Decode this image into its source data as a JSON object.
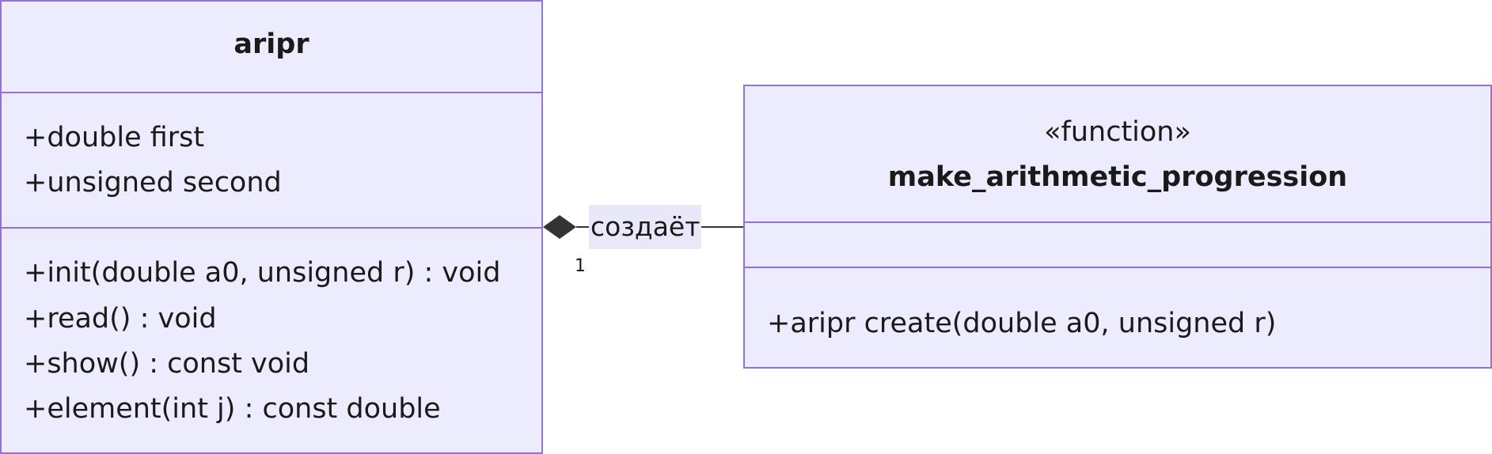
{
  "classes": {
    "aripr": {
      "name": "aripr",
      "attributes": [
        "+double first",
        "+unsigned second"
      ],
      "methods": [
        "+init(double a0, unsigned r) : void",
        "+read() : void",
        "+show() : const void",
        "+element(int j) : const double"
      ]
    },
    "factory": {
      "stereotype": "«function»",
      "name": "make_arithmetic_progression",
      "attributes": [],
      "methods": [
        "+aripr create(double a0, unsigned r)"
      ]
    }
  },
  "relation": {
    "type": "composition",
    "label": "создаёт",
    "multiplicity": "1"
  },
  "colors": {
    "box_fill": "#ececfe",
    "box_border": "#9370db",
    "line": "#333333",
    "label_bg": "#e8e8f8"
  }
}
